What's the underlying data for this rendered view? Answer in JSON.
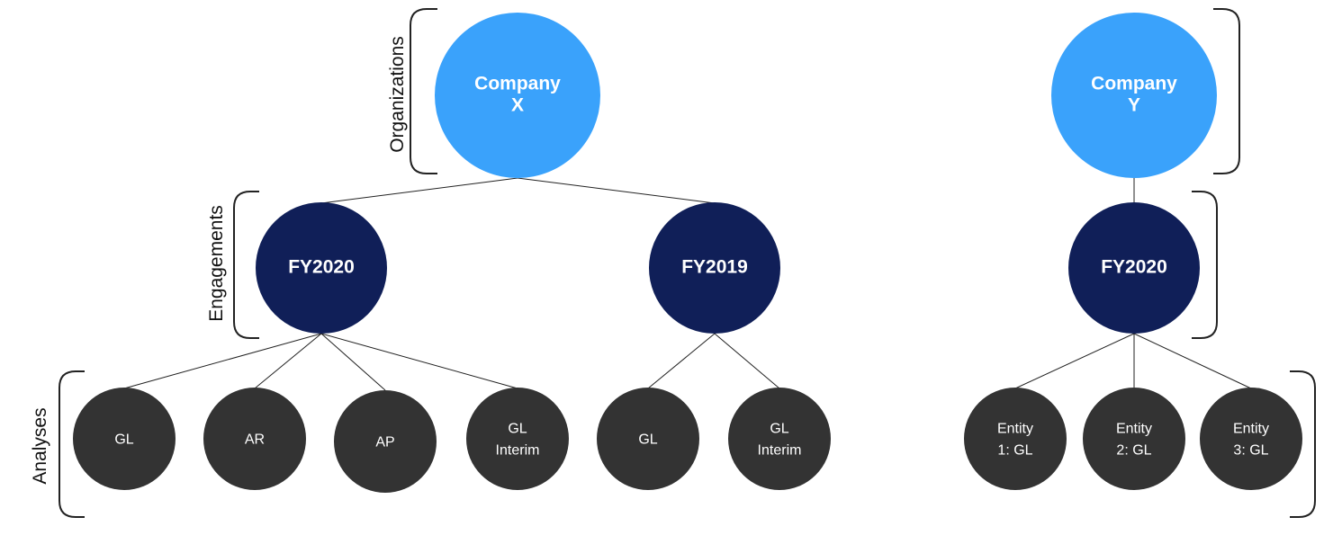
{
  "colors": {
    "organization": "#3aa2fb",
    "engagement": "#101f58",
    "analysis": "#333333"
  },
  "level_labels": {
    "organizations": "Organizations",
    "engagements": "Engagements",
    "analyses": "Analyses"
  },
  "nodes": {
    "company_x": [
      "Company",
      "X"
    ],
    "company_y": [
      "Company",
      "Y"
    ],
    "x_fy2020": [
      "FY2020"
    ],
    "x_fy2019": [
      "FY2019"
    ],
    "y_fy2020": [
      "FY2020"
    ],
    "x20_gl": [
      "GL"
    ],
    "x20_ar": [
      "AR"
    ],
    "x20_ap": [
      "AP"
    ],
    "x20_gl_interim": [
      "GL",
      "Interim"
    ],
    "x19_gl": [
      "GL"
    ],
    "x19_gl_interim": [
      "GL",
      "Interim"
    ],
    "y20_entity1": [
      "Entity",
      "1: GL"
    ],
    "y20_entity2": [
      "Entity",
      "2: GL"
    ],
    "y20_entity3": [
      "Entity",
      "3: GL"
    ]
  }
}
